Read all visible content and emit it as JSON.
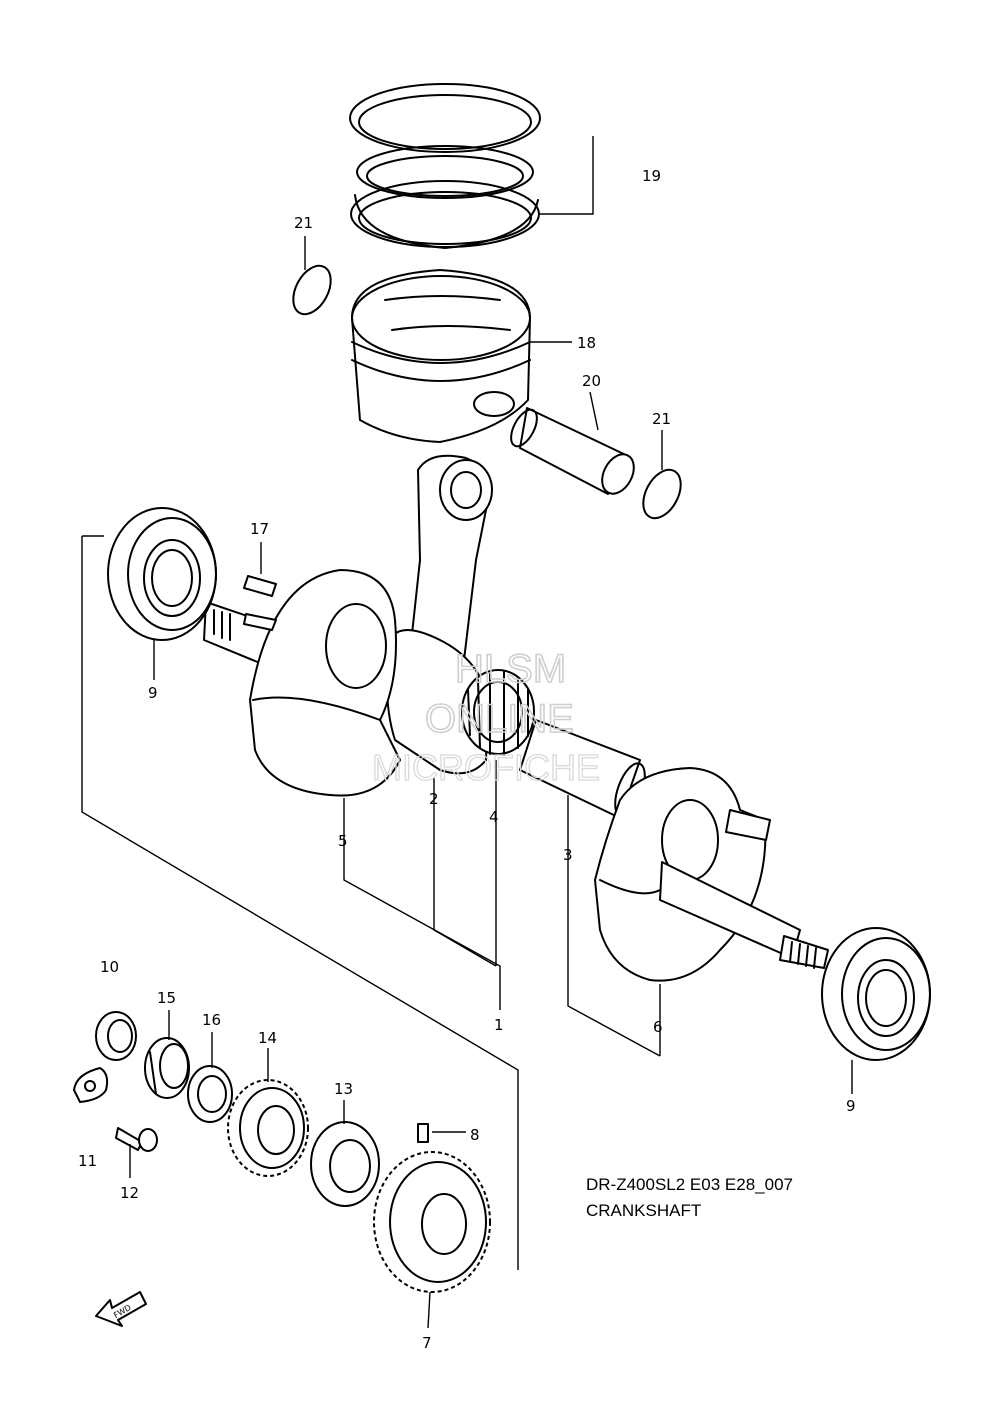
{
  "diagram": {
    "code": "DR-Z400SL2 E03 E28_007",
    "title": "CRANKSHAFT",
    "watermark": {
      "line1": "HLSM",
      "line2": "ONLINE",
      "line3": "MICROFICHE"
    },
    "callouts": {
      "c1": "1",
      "c2": "2",
      "c3": "3",
      "c4": "4",
      "c5": "5",
      "c6": "6",
      "c7": "7",
      "c8": "8",
      "c9a": "9",
      "c9b": "9",
      "c10": "10",
      "c11": "11",
      "c12": "12",
      "c13": "13",
      "c14": "14",
      "c15": "15",
      "c16": "16",
      "c17": "17",
      "c18": "18",
      "c19": "19",
      "c20": "20",
      "c21a": "21",
      "c21b": "21"
    },
    "front_arrow": "FWD"
  }
}
